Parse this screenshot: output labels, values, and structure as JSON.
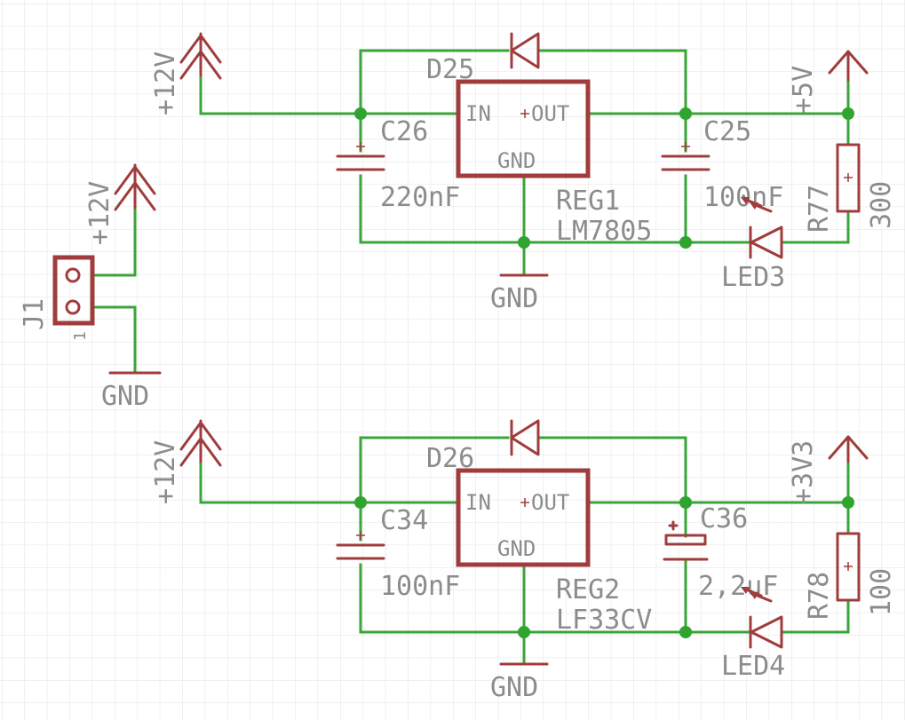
{
  "top_regulator": {
    "supply_label": "+12V",
    "diode": "D25",
    "regulator_name": "REG1",
    "regulator_value": "LM7805",
    "pin_in": "IN",
    "pin_out": "OUT",
    "pin_gnd": "GND",
    "cap_in_name": "C26",
    "cap_in_value": "220nF",
    "cap_out_name": "C25",
    "cap_out_value": "100nF",
    "output_label": "+5V",
    "resistor_name": "R77",
    "resistor_value": "300",
    "led_name": "LED3",
    "ground_label": "GND"
  },
  "connector": {
    "name": "J1",
    "pin1_mark": "1",
    "supply_label": "+12V",
    "ground_label": "GND"
  },
  "bottom_regulator": {
    "supply_label": "+12V",
    "diode": "D26",
    "regulator_name": "REG2",
    "regulator_value": "LF33CV",
    "pin_in": "IN",
    "pin_out": "OUT",
    "pin_gnd": "GND",
    "cap_in_name": "C34",
    "cap_in_value": "100nF",
    "cap_out_name": "C36",
    "cap_out_value": "2,2uF",
    "output_label": "+3V3",
    "resistor_name": "R78",
    "resistor_value": "100",
    "led_name": "LED4",
    "ground_label": "GND"
  },
  "colors": {
    "wire": "#3aa53a",
    "part": "#a03c3c",
    "text": "#8c8c8c",
    "grid": "#e2e2e2"
  }
}
